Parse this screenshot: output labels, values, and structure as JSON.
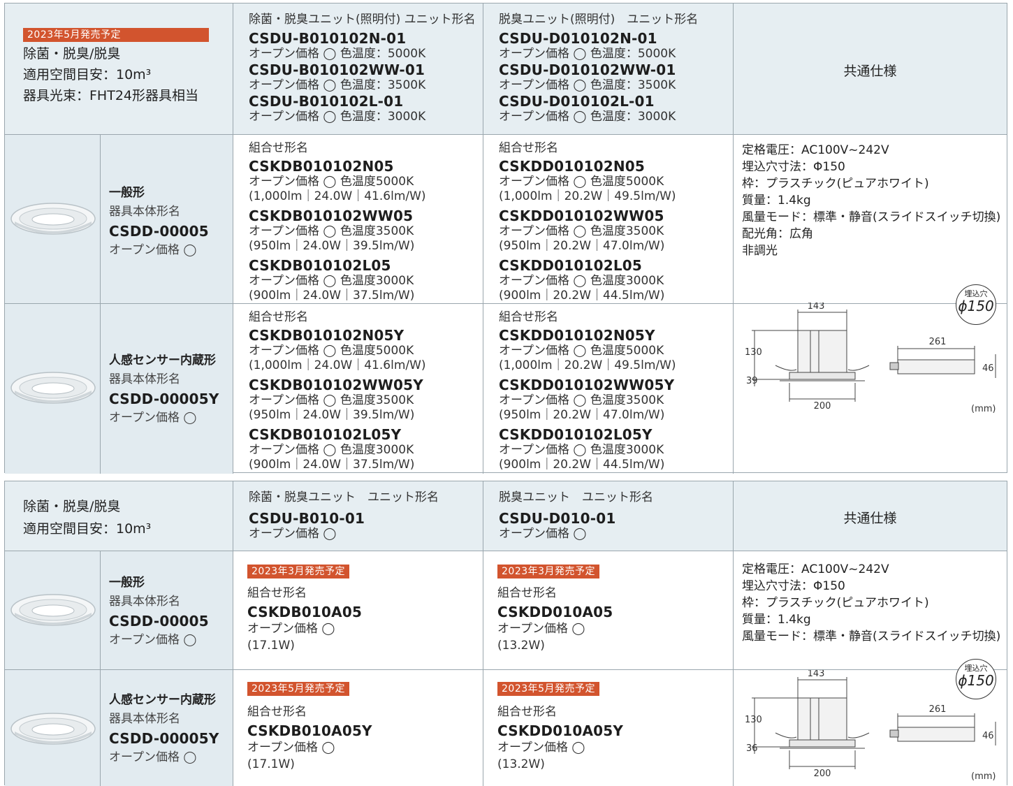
{
  "t1": {
    "header": {
      "badge": "2023年5月発売予定",
      "lines": [
        "除菌・脱臭/脱臭",
        "適用空間目安：10m³",
        "器具光束：FHT24形器具相当"
      ],
      "colB": {
        "title": "除菌・脱臭ユニット(照明付) ユニット形名",
        "items": [
          {
            "code": "CSDU-B010102N-01",
            "sub": "オープン価格 ◯ 色温度：5000K"
          },
          {
            "code": "CSDU-B010102WW-01",
            "sub": "オープン価格 ◯ 色温度：3500K"
          },
          {
            "code": "CSDU-B010102L-01",
            "sub": "オープン価格 ◯ 色温度：3000K"
          }
        ]
      },
      "colD": {
        "title": "脱臭ユニット(照明付)　ユニット形名",
        "items": [
          {
            "code": "CSDU-D010102N-01",
            "sub": "オープン価格 ◯ 色温度：5000K"
          },
          {
            "code": "CSDU-D010102WW-01",
            "sub": "オープン価格 ◯ 色温度：3500K"
          },
          {
            "code": "CSDU-D010102L-01",
            "sub": "オープン価格 ◯ 色温度：3000K"
          }
        ]
      },
      "common": "共通仕様"
    },
    "rows": [
      {
        "type": "一般形",
        "body_label": "器具本体形名",
        "body_code": "CSDD-00005",
        "price": "オープン価格 ◯",
        "colB": {
          "label": "組合せ形名",
          "items": [
            {
              "code": "CSKDB010102N05",
              "price": "オープン価格 ◯ 色温度5000K",
              "spec": "(1,000lm｜24.0W｜41.6lm/W)"
            },
            {
              "code": "CSKDB010102WW05",
              "price": "オープン価格 ◯ 色温度3500K",
              "spec": "(950lm｜24.0W｜39.5lm/W)"
            },
            {
              "code": "CSKDB010102L05",
              "price": "オープン価格 ◯ 色温度3000K",
              "spec": "(900lm｜24.0W｜37.5lm/W)"
            }
          ]
        },
        "colD": {
          "label": "組合せ形名",
          "items": [
            {
              "code": "CSKDD010102N05",
              "price": "オープン価格 ◯ 色温度5000K",
              "spec": "(1,000lm｜20.2W｜49.5lm/W)"
            },
            {
              "code": "CSKDD010102WW05",
              "price": "オープン価格 ◯ 色温度3500K",
              "spec": "(950lm｜20.2W｜47.0lm/W)"
            },
            {
              "code": "CSKDD010102L05",
              "price": "オープン価格 ◯ 色温度3000K",
              "spec": "(900lm｜20.2W｜44.5lm/W)"
            }
          ]
        }
      },
      {
        "type": "人感センサー内蔵形",
        "body_label": "器具本体形名",
        "body_code": "CSDD-00005Y",
        "price": "オープン価格 ◯",
        "colB": {
          "label": "組合せ形名",
          "items": [
            {
              "code": "CSKDB010102N05Y",
              "price": "オープン価格 ◯ 色温度5000K",
              "spec": "(1,000lm｜24.0W｜41.6lm/W)"
            },
            {
              "code": "CSKDB010102WW05Y",
              "price": "オープン価格 ◯ 色温度3500K",
              "spec": "(950lm｜24.0W｜39.5lm/W)"
            },
            {
              "code": "CSKDB010102L05Y",
              "price": "オープン価格 ◯ 色温度3000K",
              "spec": "(900lm｜24.0W｜37.5lm/W)"
            }
          ]
        },
        "colD": {
          "label": "組合せ形名",
          "items": [
            {
              "code": "CSKDD010102N05Y",
              "price": "オープン価格 ◯ 色温度5000K",
              "spec": "(1,000lm｜20.2W｜49.5lm/W)"
            },
            {
              "code": "CSKDD010102WW05Y",
              "price": "オープン価格 ◯ 色温度3500K",
              "spec": "(950lm｜20.2W｜47.0lm/W)"
            },
            {
              "code": "CSKDD010102L05Y",
              "price": "オープン価格 ◯ 色温度3000K",
              "spec": "(900lm｜20.2W｜44.5lm/W)"
            }
          ]
        }
      }
    ],
    "specs": [
      "定格電圧：AC100V~242V",
      "埋込穴寸法：Φ150",
      "枠：プラスチック(ピュアホワイト)",
      "質量：1.4kg",
      "風量モード：標準・静音(スライドスイッチ切換)",
      "配光角：広角",
      "非調光"
    ],
    "drawing": {
      "hole_label": "埋込穴",
      "hole_size": "ϕ150",
      "d143": "143",
      "d130": "130",
      "d39": "39",
      "d200": "200",
      "d261": "261",
      "d46": "46",
      "unit": "(mm)"
    }
  },
  "t2": {
    "header": {
      "lines": [
        "除菌・脱臭/脱臭",
        "適用空間目安：10m³"
      ],
      "colB": {
        "title": "除菌・脱臭ユニット　ユニット形名",
        "code": "CSDU-B010-01",
        "price": "オープン価格 ◯"
      },
      "colD": {
        "title": "脱臭ユニット　ユニット形名",
        "code": "CSDU-D010-01",
        "price": "オープン価格 ◯"
      },
      "common": "共通仕様"
    },
    "rows": [
      {
        "type": "一般形",
        "body_label": "器具本体形名",
        "body_code": "CSDD-00005",
        "price": "オープン価格 ◯",
        "colB": {
          "badge": "2023年3月発売予定",
          "label": "組合せ形名",
          "code": "CSKDB010A05",
          "price": "オープン価格 ◯",
          "spec": "(17.1W)"
        },
        "colD": {
          "badge": "2023年3月発売予定",
          "label": "組合せ形名",
          "code": "CSKDD010A05",
          "price": "オープン価格 ◯",
          "spec": "(13.2W)"
        }
      },
      {
        "type": "人感センサー内蔵形",
        "body_label": "器具本体形名",
        "body_code": "CSDD-00005Y",
        "price": "オープン価格 ◯",
        "colB": {
          "badge": "2023年5月発売予定",
          "label": "組合せ形名",
          "code": "CSKDB010A05Y",
          "price": "オープン価格 ◯",
          "spec": "(17.1W)"
        },
        "colD": {
          "badge": "2023年5月発売予定",
          "label": "組合せ形名",
          "code": "CSKDD010A05Y",
          "price": "オープン価格 ◯",
          "spec": "(13.2W)"
        }
      }
    ],
    "specs": [
      "定格電圧：AC100V~242V",
      "埋込穴寸法：Φ150",
      "枠：プラスチック(ピュアホワイト)",
      "質量：1.4kg",
      "風量モード：標準・静音(スライドスイッチ切換)"
    ],
    "drawing": {
      "hole_label": "埋込穴",
      "hole_size": "ϕ150",
      "d143": "143",
      "d130": "130",
      "d36": "36",
      "d200": "200",
      "d261": "261",
      "d46": "46",
      "unit": "(mm)"
    }
  },
  "colors": {
    "badge": "#d2542e",
    "header_bg": "#e6eef2",
    "side_bg": "#e2ebf0",
    "border": "#9aa6ad"
  }
}
